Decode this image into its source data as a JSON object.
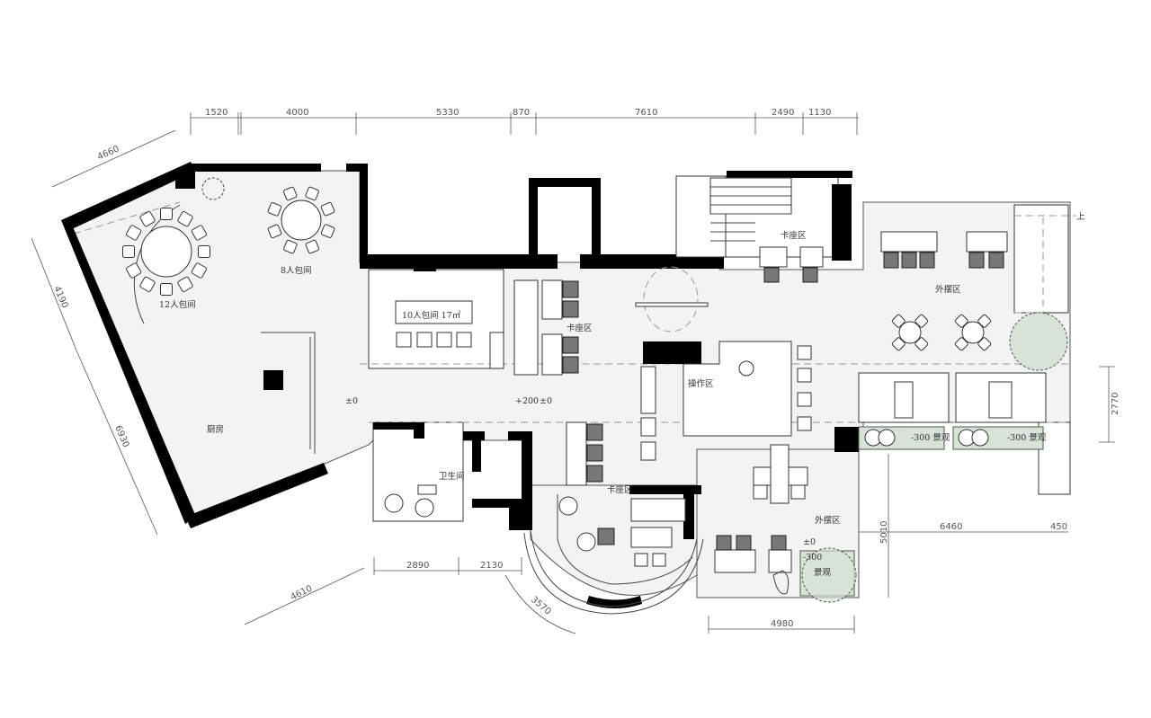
{
  "plan": {
    "rooms": {
      "room_12": "12人包间",
      "room_8": "8人包间",
      "room_10": "10人包间  17㎡",
      "kitchen": "厨房",
      "toilet": "卫生间",
      "booth_1": "卡座区",
      "booth_2": "卡座区",
      "booth_3": "卡座区",
      "operation": "操作区",
      "outdoor_1": "外摆区",
      "outdoor_2": "外摆区",
      "landscape_1": "-300 景观",
      "landscape_2": "-300 景观",
      "landscape_3_level": "-300",
      "landscape_3": "景观"
    },
    "levels": {
      "l1": "±0",
      "l2": "+200",
      "l3": "±0",
      "l4": "±0"
    },
    "stair_up": "上"
  },
  "dimensions": {
    "top": [
      "1520",
      "4000",
      "5330",
      "870",
      "7610",
      "2490",
      "1130"
    ],
    "left_top": "4660",
    "left_1": "4190",
    "left_2": "6930",
    "bottom_left": "4610",
    "bottom_1": "2890",
    "bottom_2": "2130",
    "arc": "3570",
    "right_v": "2770",
    "terrace_v": "5010",
    "terrace_h1": "6460",
    "terrace_h2": "450",
    "terrace_bottom": "4980"
  }
}
